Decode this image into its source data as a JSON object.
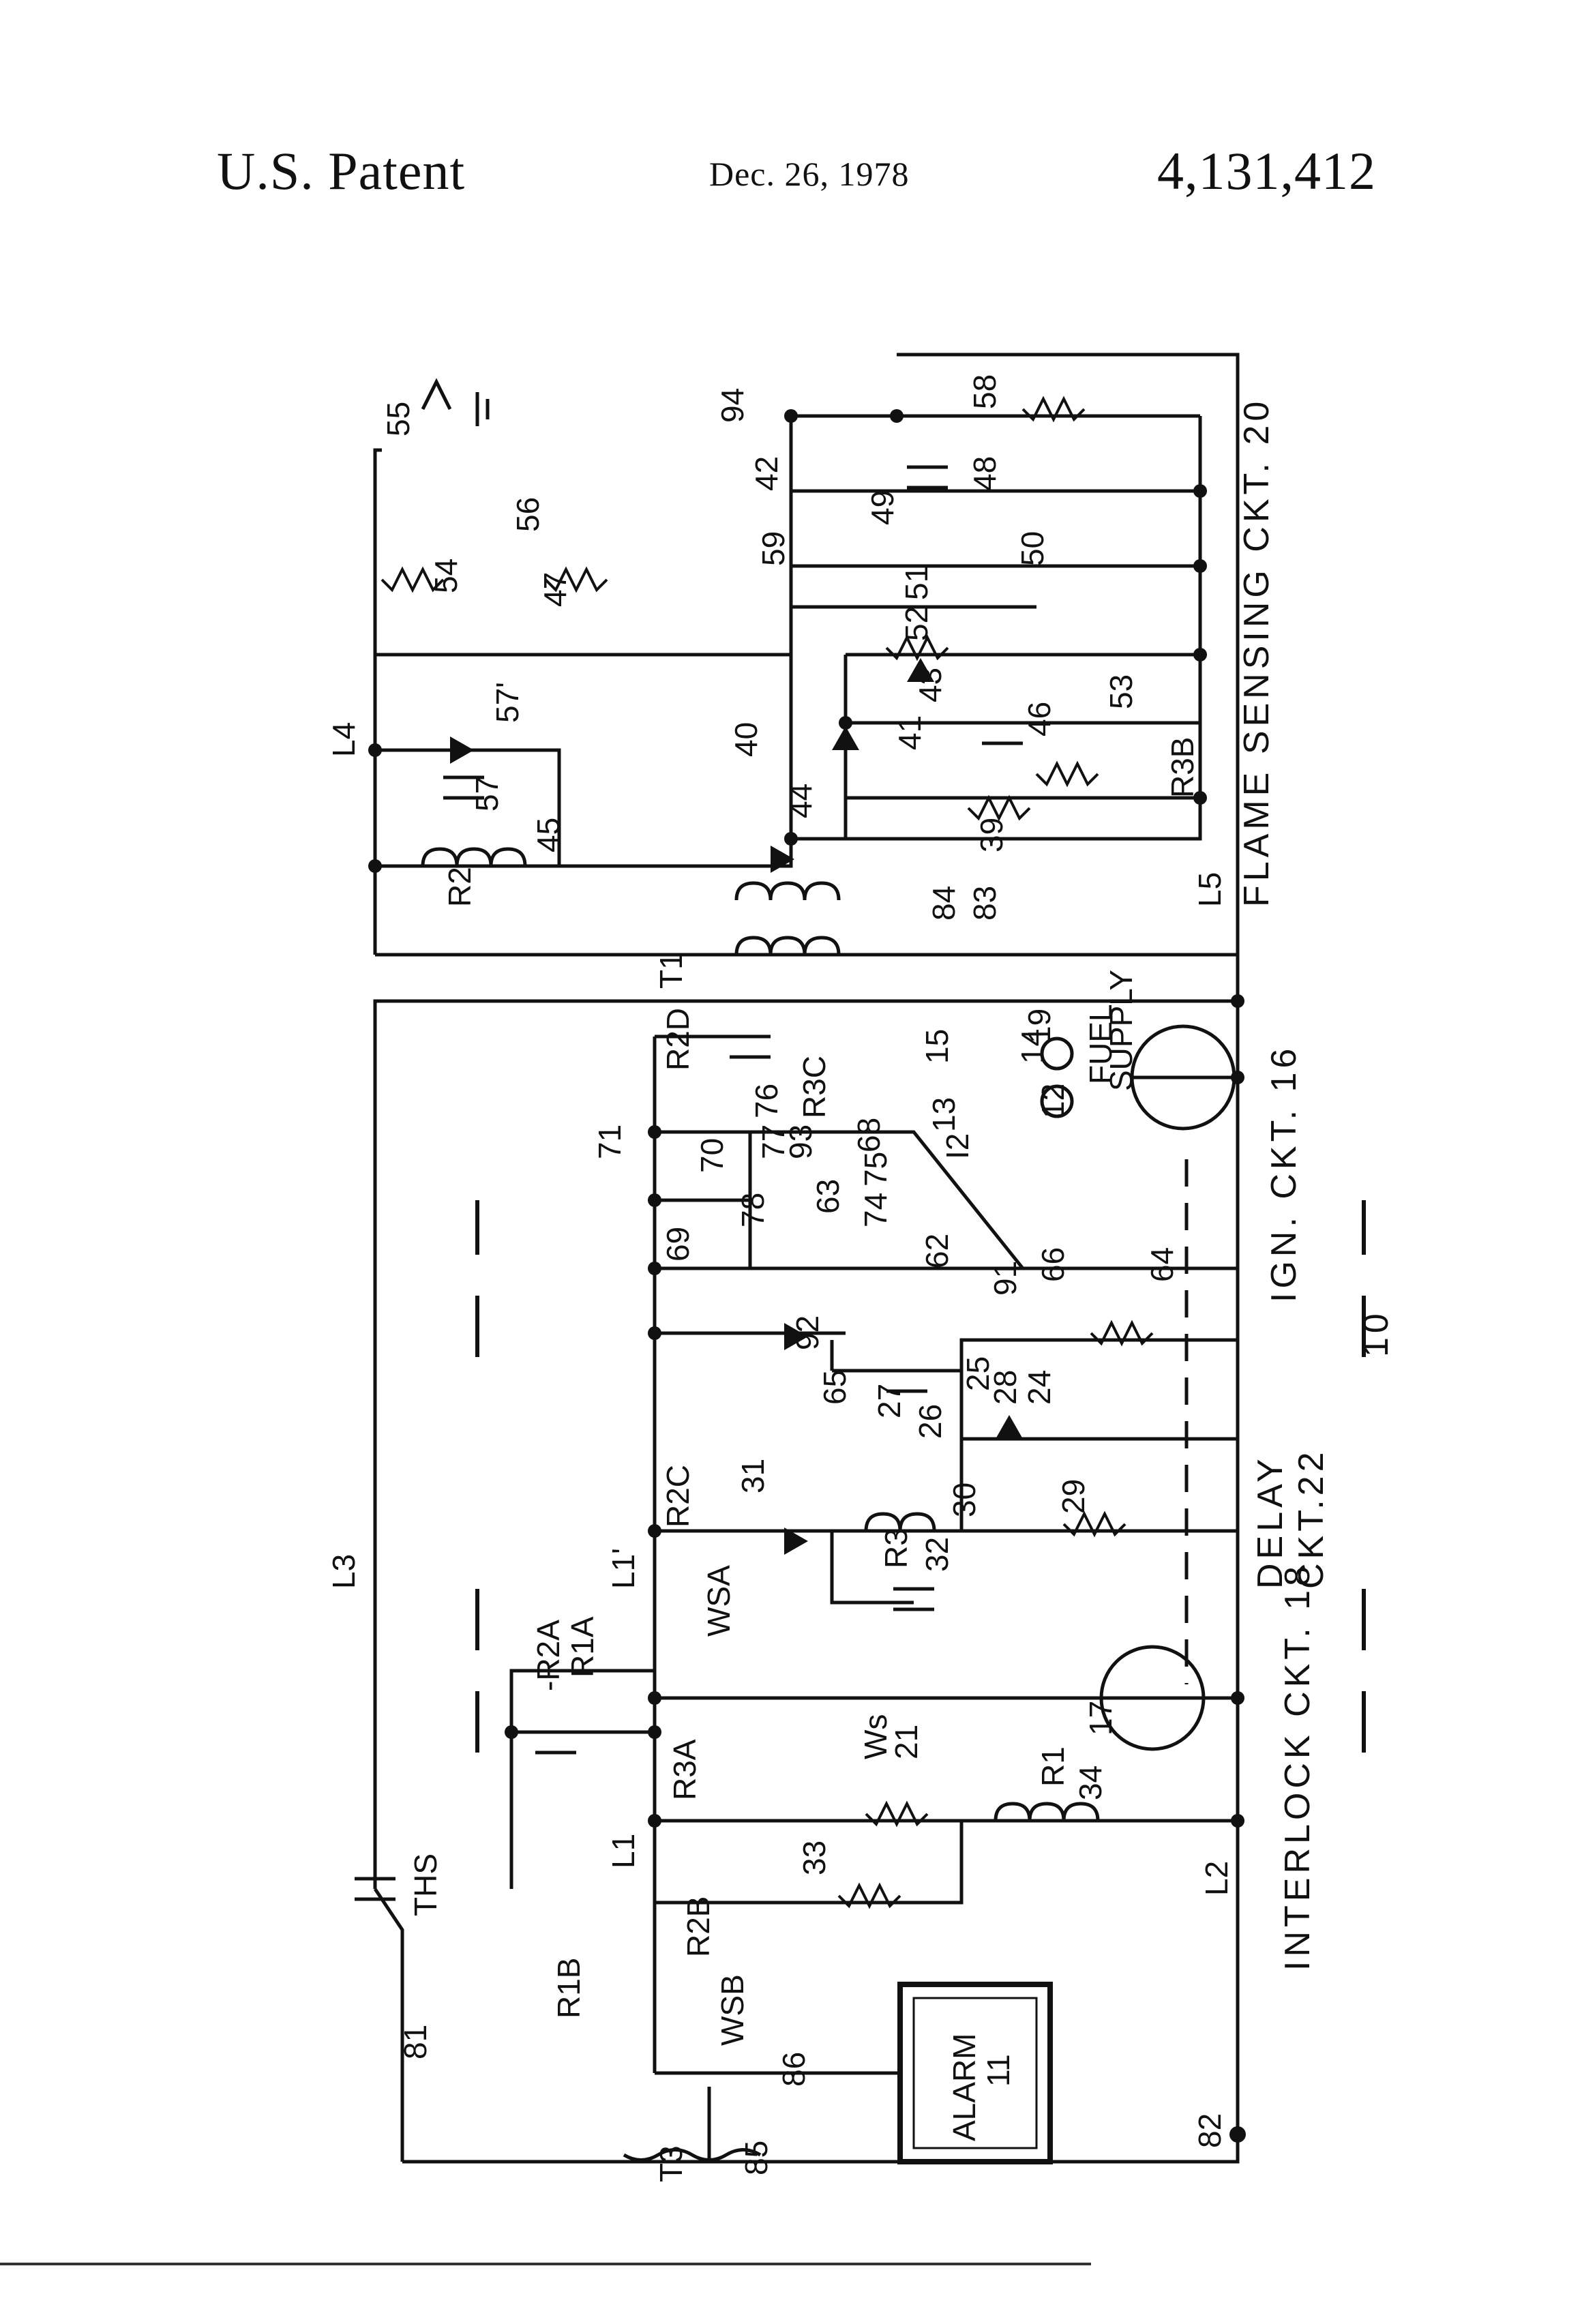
{
  "header": {
    "left": "U.S. Patent",
    "date": "Dec. 26, 1978",
    "number": "4,131,412"
  },
  "sections": {
    "flame": "FLAME SENSING CKT. 20",
    "ign": "IGN. CKT. 16",
    "delay_a": "DELAY",
    "delay_b": "CKT.22",
    "interlock": "INTERLOCK CKT. 18",
    "fig": "10"
  },
  "labels": {
    "l1": "L1",
    "l1p": "L1'",
    "l2": "L2",
    "l3": "L3",
    "l4": "L4",
    "l5": "L5",
    "t1": "T1",
    "t3": "T3",
    "ths": "THS",
    "alarm": "ALARM",
    "alarm_num": "11",
    "r1": "R1",
    "r1a": "R1A",
    "r1b": "R1B",
    "r2": "R2",
    "r2a": "-R2A",
    "r2b": "R2B",
    "r2c": "R2C",
    "r2d": "R2D",
    "r3": "R3",
    "r3a": "R3A",
    "r3b": "R3B",
    "r3c": "R3C",
    "ws": "Ws",
    "wsa": "WSA",
    "wsb": "WSB",
    "fuel": "FUEL",
    "supply": "SUPPLY",
    "i2": "I2",
    "n81": "81",
    "n82": "82",
    "n85": "85",
    "n86": "86",
    "n33": "33",
    "n34": "34",
    "n21": "21",
    "n17": "17",
    "n32": "32",
    "n30": "30",
    "n29": "29",
    "n31": "31",
    "n25": "25",
    "n26": "26",
    "n27": "27",
    "n28": "28",
    "n24": "24",
    "n65": "65",
    "n92": "92",
    "n69": "69",
    "n91": "91",
    "n66": "66",
    "n64": "64",
    "n62": "62",
    "n63": "63",
    "n74": "74",
    "n75": "75",
    "n68": "68",
    "n13": "13",
    "n12": "12",
    "n14": "14",
    "n15": "15",
    "n71": "71",
    "n70": "70",
    "n78": "78",
    "n77": "77",
    "n93": "93",
    "n76": "76",
    "n19": "19",
    "n83": "83",
    "n84": "84",
    "n39": "39",
    "n44": "44",
    "n45": "45",
    "n57": "57",
    "n57p": "57'",
    "n40": "40",
    "n41": "41",
    "n46": "46",
    "n43": "43",
    "n53": "53",
    "n52": "52",
    "n51": "51",
    "n50": "50",
    "n49": "49",
    "n48": "48",
    "n42": "42",
    "n59": "59",
    "n94": "94",
    "n58": "58",
    "n47": "47",
    "n54": "54",
    "n56": "56",
    "n55": "55"
  }
}
